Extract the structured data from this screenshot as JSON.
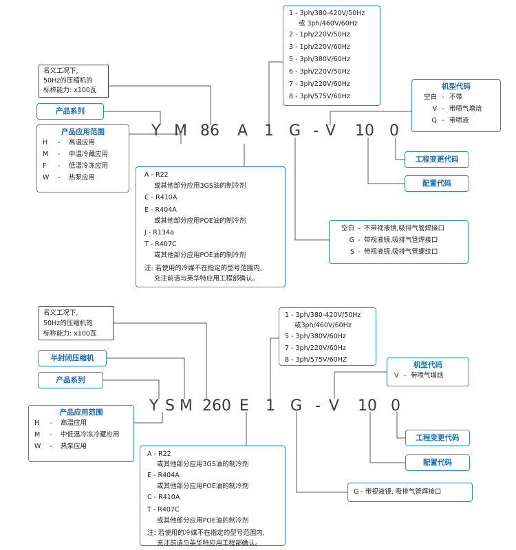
{
  "d1": {
    "rating_box": [
      "名义工况下,",
      "50Hz的压缩机的",
      "标称能力: x100瓦"
    ],
    "series_label": "产品系列",
    "application": {
      "title": "产品应用范围",
      "items": [
        {
          "k": "H",
          "sep": "-",
          "v": "高温应用"
        },
        {
          "k": "M",
          "sep": "-",
          "v": "中温冷藏应用"
        },
        {
          "k": "F",
          "sep": "-",
          "v": "低温冷冻应用"
        },
        {
          "k": "W",
          "sep": "-",
          "v": "热泵应用"
        }
      ]
    },
    "code_chars": [
      "Y",
      "M",
      "86",
      "A",
      "1",
      "G",
      "-",
      "V",
      "10",
      "0"
    ],
    "voltage": [
      "1 - 3ph/380-420V/50Hz",
      "或 3ph/460V/60Hz",
      "2 - 1ph/220V/50Hz",
      "3 - 1ph/220V/60Hz",
      "5 - 3ph/380V/60Hz",
      "6 - 3ph/220V/50Hz",
      "7 - 3ph/220V/60Hz",
      "8 - 3ph/575V/60Hz"
    ],
    "model_code": {
      "title": "机型代码",
      "items": [
        {
          "k": "空白",
          "sep": "-",
          "v": "不带"
        },
        {
          "k": "V",
          "sep": "-",
          "v": "带喷气增焓"
        },
        {
          "k": "Q",
          "sep": "-",
          "v": "带喷液"
        }
      ]
    },
    "eng_change": "工程变更代码",
    "config_code": "配置代码",
    "refrigerant": [
      "A - R22",
      "或其他部分应用3GS油的制冷剂",
      "C - R410A",
      "E - R404A",
      "或其他部分应用POE油的制冷剂",
      "J  - R134a",
      "T - R407C",
      "或其他部分应用POE油的制冷剂",
      "注: 若使用的冷媒不在指定的型号范围内,",
      "充注前请与英华特应用工程部确认。"
    ],
    "sight_glass": [
      {
        "k": "空白",
        "sep": "-",
        "v": "不带视液镜,吸排气管焊接口"
      },
      {
        "k": "G",
        "sep": "-",
        "v": "带视液镜,吸排气管焊接口"
      },
      {
        "k": "S",
        "sep": "-",
        "v": "带视液镜,吸排气管螺纹口"
      }
    ]
  },
  "d2": {
    "rating_box": [
      "名义工况下,",
      "50Hz的压缩机的",
      "标称能力: x100瓦"
    ],
    "semi_label": "半封闭压缩机",
    "series_label": "产品系列",
    "application": {
      "title": "产品应用范围",
      "items": [
        {
          "k": "H",
          "sep": "-",
          "v": "高温应用"
        },
        {
          "k": "M",
          "sep": "-",
          "v": "中低温冷冻冷藏应用"
        },
        {
          "k": "W",
          "sep": "-",
          "v": "热泵应用"
        }
      ]
    },
    "code_chars": [
      "Y",
      "S",
      "M",
      "260",
      "E",
      "1",
      "G",
      "-",
      "V",
      "10",
      "0"
    ],
    "voltage": [
      "1 - 3ph/380-420V/50Hz",
      "或3ph/460V/60Hz",
      "5 - 3ph/380V/60Hz",
      "7 - 3ph/220V/60Hz",
      "8 - 3ph/575V/60HZ"
    ],
    "model_code": {
      "title": "机型代码",
      "items": [
        {
          "k": "V",
          "sep": "-",
          "v": "带喷气增焓"
        }
      ]
    },
    "eng_change": "工程变更代码",
    "config_code": "配置代码",
    "refrigerant": [
      "A - R22",
      "或其他部分应用3GS油的制冷剂",
      "E - R404A",
      "或其他部分应用POE油的制冷剂",
      "C - R410A",
      "T - R407C",
      "或其他部分应用POE油的制冷剂",
      "注: 若使用的冷媒不在指定的型号范围内,",
      "充注前请与英华特应用工程部确认。"
    ],
    "sight_glass": "G - 带视液镜, 吸排气管焊接口"
  }
}
